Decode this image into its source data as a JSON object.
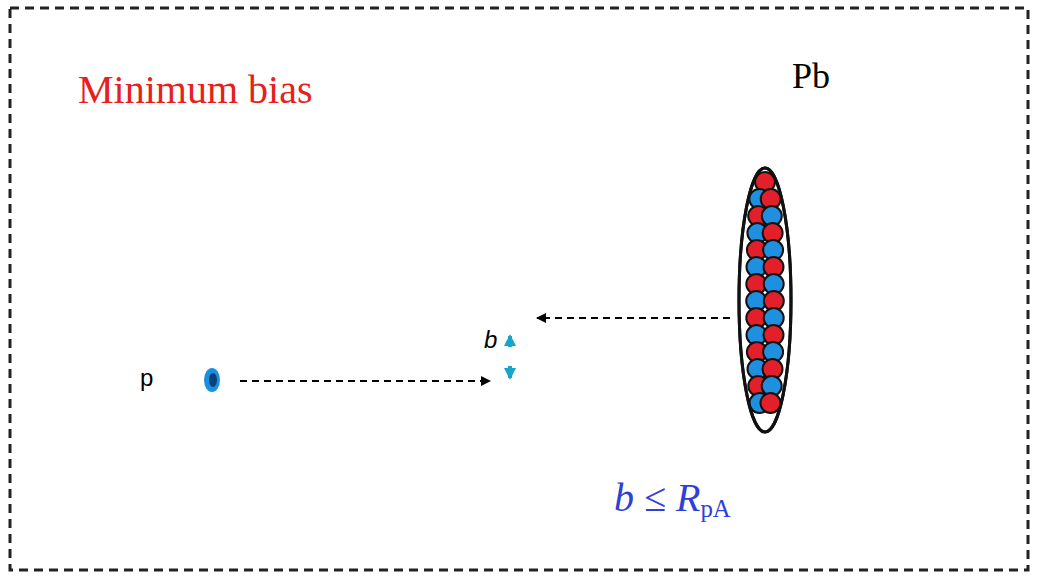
{
  "diagram": {
    "labels": [
      "Minimum bias",
      "Pb",
      "p",
      "b",
      "b ≤ RpA"
    ]
  }
}
